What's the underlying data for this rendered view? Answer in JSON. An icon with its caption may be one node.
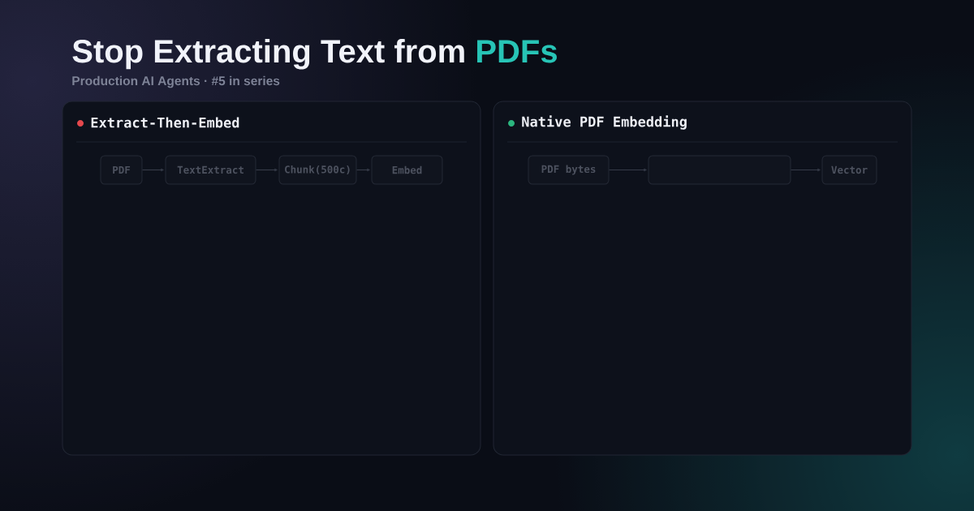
{
  "diagram": {
    "title": "Stop Extracting Text from PDFs",
    "caption": "Production AI Agents · #5 in series",
    "nodes": [
      {
        "text": [
          "Extract-Then-Embed"
        ]
      },
      {
        "text": [
          "PDF"
        ],
        "in": 0
      },
      {
        "text": [
          "TextExtract"
        ],
        "in": 0
      },
      {
        "text": [
          "Chunk(500c)"
        ],
        "in": 0
      },
      {
        "text": [
          "Embed"
        ],
        "in": 0
      },
      {
        "text": [
          "Native PDF Embedding"
        ]
      },
      {
        "text": [
          "PDF bytes"
        ],
        "in": 5
      },
      {
        "text": [],
        "shape": "box",
        "in": 5
      },
      {
        "text": [
          "Vector"
        ],
        "in": 5
      }
    ],
    "edges": [
      {
        "from": 1,
        "to": 2,
        "arrow": "to"
      },
      {
        "from": 2,
        "to": 3,
        "arrow": "to"
      },
      {
        "from": 3,
        "to": 4,
        "arrow": "to"
      },
      {
        "from": 6,
        "to": 7,
        "arrow": "to"
      },
      {
        "from": 7,
        "to": 8,
        "arrow": "to"
      }
    ]
  }
}
